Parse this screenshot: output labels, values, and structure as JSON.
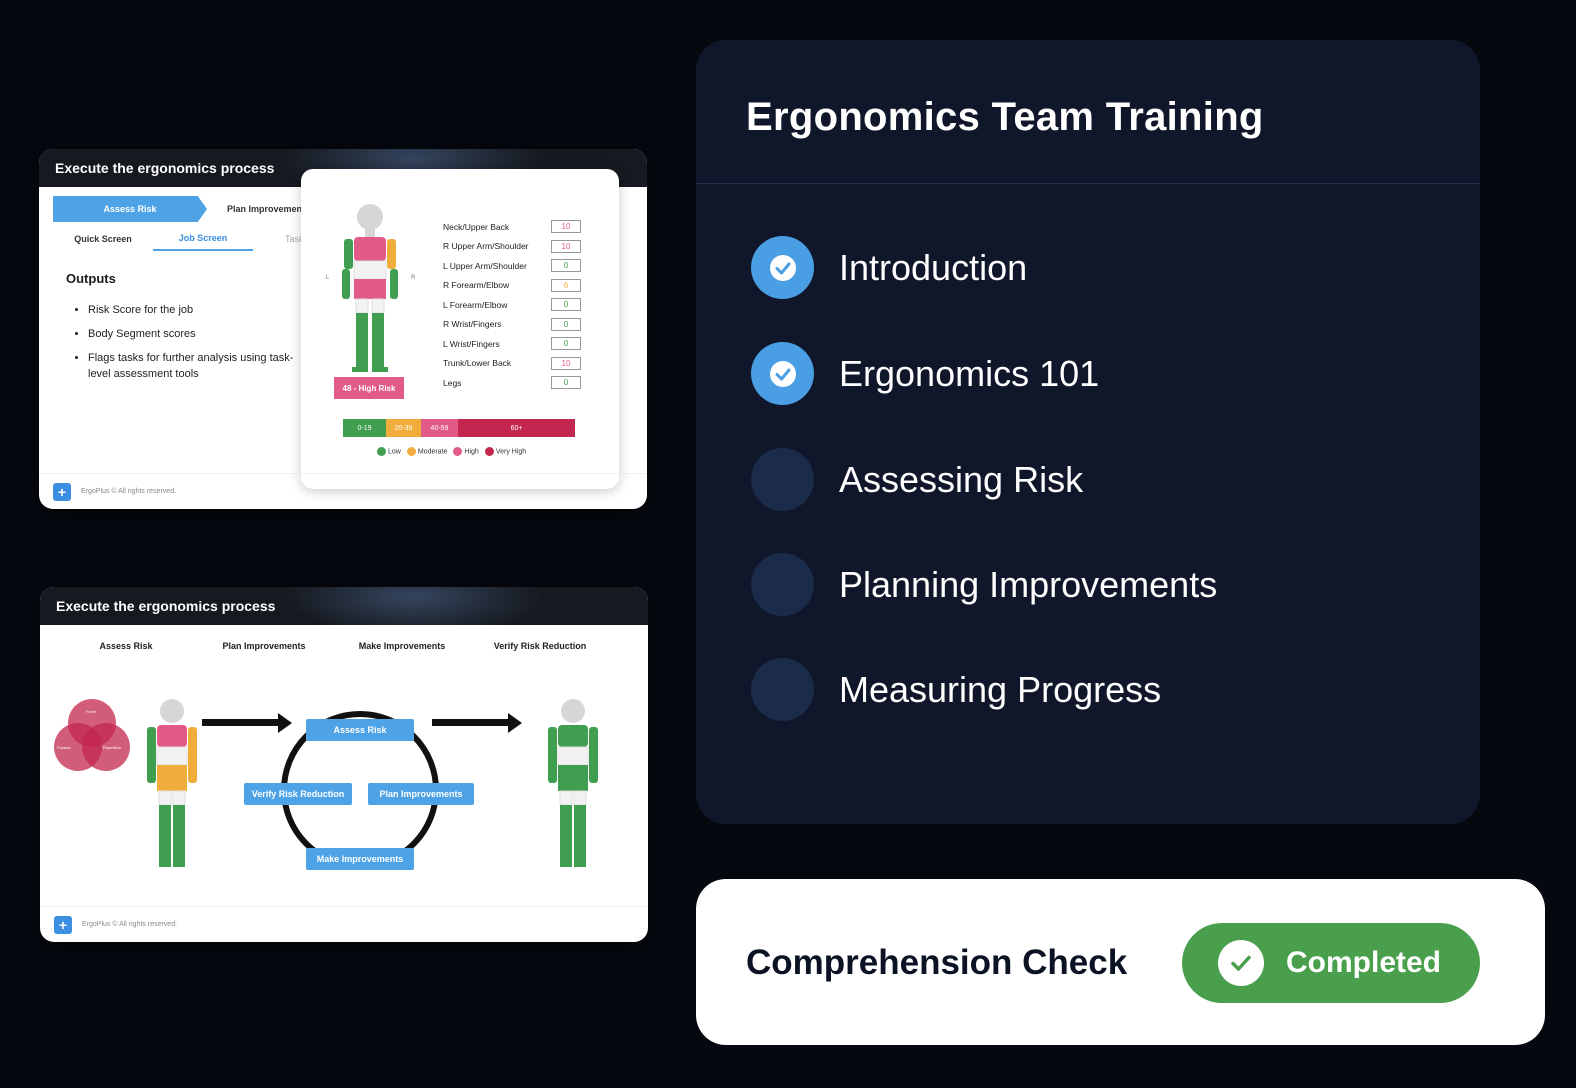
{
  "slide1": {
    "header": "Execute the ergonomics process",
    "steps": [
      "Assess Risk",
      "Plan Improvements"
    ],
    "subtabs": [
      "Quick Screen",
      "Job Screen",
      "Task-Lev"
    ],
    "outputs_title": "Outputs",
    "outputs": [
      "Risk Score for the job",
      "Body Segment scores",
      "Flags tasks for further analysis using task-level assessment tools"
    ],
    "footer": "ErgoPlus © All rights reserved.",
    "body_side_left": "L",
    "body_side_right": "R",
    "scores": [
      {
        "label": "Neck/Upper Back",
        "value": "10"
      },
      {
        "label": "R Upper Arm/Shoulder",
        "value": "10"
      },
      {
        "label": "L Upper Arm/Shoulder",
        "value": "0"
      },
      {
        "label": "R Forearm/Elbow",
        "value": "6"
      },
      {
        "label": "L Forearm/Elbow",
        "value": "0"
      },
      {
        "label": "R Wrist/Fingers",
        "value": "0"
      },
      {
        "label": "L Wrist/Fingers",
        "value": "0"
      },
      {
        "label": "Trunk/Lower Back",
        "value": "10"
      },
      {
        "label": "Legs",
        "value": "0"
      }
    ],
    "risk_label": "48 - High Risk",
    "scale": [
      "0-19",
      "20-39",
      "40-59",
      "60+"
    ],
    "legend": [
      "Low",
      "Moderate",
      "High",
      "Very High"
    ],
    "colors": {
      "low": "#3f9e4f",
      "moderate": "#f1ad3b",
      "high": "#e25b86",
      "very_high": "#c3274f",
      "accent": "#4da3e6"
    }
  },
  "slide2": {
    "header": "Execute the ergonomics process",
    "phases": [
      "Assess Risk",
      "Plan Improvements",
      "Make Improvements",
      "Verify Risk Reduction"
    ],
    "cycle": {
      "top": "Assess Risk",
      "right": "Plan Improvements",
      "bottom": "Make Improvements",
      "left": "Verify Risk Reduction"
    },
    "venn": [
      "Force",
      "Posture",
      "Repetition"
    ],
    "footer": "ErgoPlus © All rights reserved."
  },
  "training": {
    "title": "Ergonomics Team Training",
    "lessons": [
      {
        "label": "Introduction",
        "completed": true
      },
      {
        "label": "Ergonomics 101",
        "completed": true
      },
      {
        "label": "Assessing Risk",
        "completed": false
      },
      {
        "label": "Planning Improvements",
        "completed": false
      },
      {
        "label": "Measuring Progress",
        "completed": false
      }
    ]
  },
  "comprehension": {
    "title": "Comprehension Check",
    "status": "Completed"
  }
}
